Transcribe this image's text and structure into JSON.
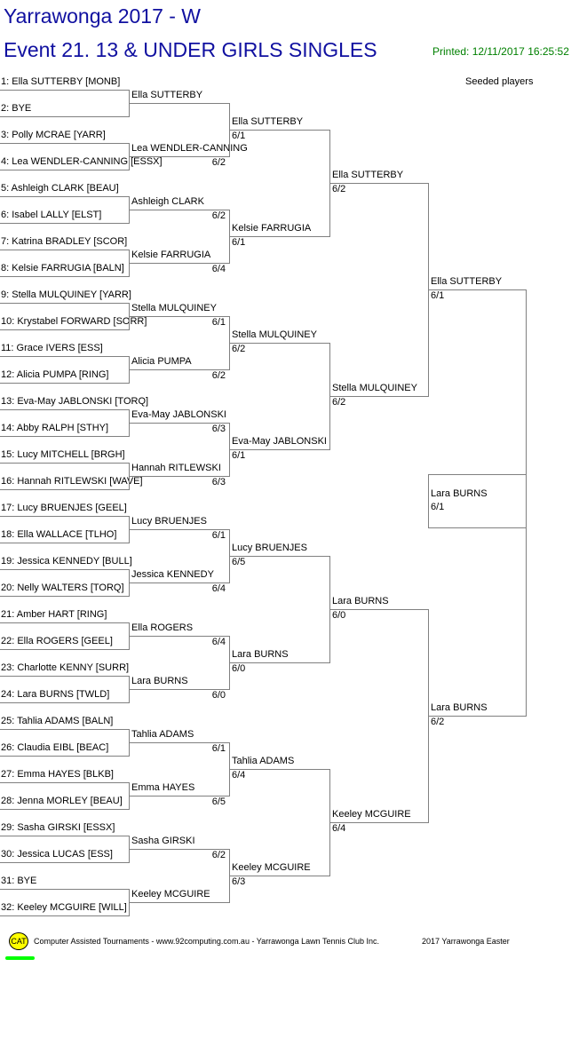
{
  "header": {
    "title": "Yarrawonga  2017 - W",
    "event": "Event 21. 13 & UNDER GIRLS SINGLES",
    "printed": "Printed: 12/11/2017 16:25:52",
    "seeded_label": "Seeded players"
  },
  "draw": {
    "round1": [
      "1: Ella SUTTERBY [MONB]",
      "2: BYE",
      "3: Polly MCRAE [YARR]",
      "4: Lea WENDLER-CANNING [ESSX]",
      "5: Ashleigh CLARK [BEAU]",
      "6: Isabel LALLY [ELST]",
      "7: Katrina BRADLEY [SCOR]",
      "8: Kelsie FARRUGIA [BALN]",
      "9: Stella MULQUINEY [YARR]",
      "10: Krystabel FORWARD [SORR]",
      "11: Grace IVERS [ESS]",
      "12: Alicia PUMPA [RING]",
      "13: Eva-May JABLONSKI [TORQ]",
      "14: Abby RALPH [STHY]",
      "15: Lucy MITCHELL [BRGH]",
      "16: Hannah RITLEWSKI [WAVE]",
      "17: Lucy BRUENJES [GEEL]",
      "18: Ella WALLACE [TLHO]",
      "19: Jessica KENNEDY [BULL]",
      "20: Nelly WALTERS [TORQ]",
      "21: Amber HART [RING]",
      "22: Ella ROGERS [GEEL]",
      "23: Charlotte KENNY [SURR]",
      "24: Lara BURNS [TWLD]",
      "25: Tahlia ADAMS [BALN]",
      "26: Claudia EIBL [BEAC]",
      "27: Emma HAYES [BLKB]",
      "28: Jenna MORLEY [BEAU]",
      "29: Sasha GIRSKI [ESSX]",
      "30: Jessica LUCAS [ESS]",
      "31: BYE",
      "32: Keeley MCGUIRE [WILL]"
    ],
    "round2": [
      {
        "name": "Ella SUTTERBY",
        "score": ""
      },
      {
        "name": "Lea WENDLER-CANNING",
        "score": "6/2"
      },
      {
        "name": "Ashleigh CLARK",
        "score": "6/2"
      },
      {
        "name": "Kelsie FARRUGIA",
        "score": "6/4"
      },
      {
        "name": "Stella MULQUINEY",
        "score": "6/1"
      },
      {
        "name": "Alicia PUMPA",
        "score": "6/2"
      },
      {
        "name": "Eva-May JABLONSKI",
        "score": "6/3"
      },
      {
        "name": "Hannah RITLEWSKI",
        "score": "6/3"
      },
      {
        "name": "Lucy BRUENJES",
        "score": "6/1"
      },
      {
        "name": "Jessica KENNEDY",
        "score": "6/4"
      },
      {
        "name": "Ella ROGERS",
        "score": "6/4"
      },
      {
        "name": "Lara BURNS",
        "score": "6/0"
      },
      {
        "name": "Tahlia ADAMS",
        "score": "6/1"
      },
      {
        "name": "Emma HAYES",
        "score": "6/5"
      },
      {
        "name": "Sasha GIRSKI",
        "score": "6/2"
      },
      {
        "name": "Keeley MCGUIRE",
        "score": ""
      }
    ],
    "round3": [
      {
        "name": "Ella SUTTERBY",
        "score": "6/1"
      },
      {
        "name": "Kelsie FARRUGIA",
        "score": "6/1"
      },
      {
        "name": "Stella MULQUINEY",
        "score": "6/2"
      },
      {
        "name": "Eva-May JABLONSKI",
        "score": "6/1"
      },
      {
        "name": "Lucy BRUENJES",
        "score": "6/5"
      },
      {
        "name": "Lara BURNS",
        "score": "6/0"
      },
      {
        "name": "Tahlia ADAMS",
        "score": "6/4"
      },
      {
        "name": "Keeley MCGUIRE",
        "score": "6/3"
      }
    ],
    "round4": [
      {
        "name": "Ella SUTTERBY",
        "score": "6/2"
      },
      {
        "name": "Stella MULQUINEY",
        "score": "6/2"
      },
      {
        "name": "Lara BURNS",
        "score": "6/0"
      },
      {
        "name": "Keeley MCGUIRE",
        "score": "6/4"
      }
    ],
    "round5": [
      {
        "name": "Ella SUTTERBY",
        "score": "6/1"
      },
      {
        "name": "Lara BURNS",
        "score": "6/2"
      }
    ],
    "champion": {
      "name": "Lara BURNS",
      "score": "6/1"
    }
  },
  "footer": {
    "logo_text": "CAT",
    "credits": "Computer Assisted Tournaments - www.92computing.com.au -  Yarrawonga Lawn Tennis Club Inc.",
    "tournament": "2017 Yarrawonga Easter"
  }
}
